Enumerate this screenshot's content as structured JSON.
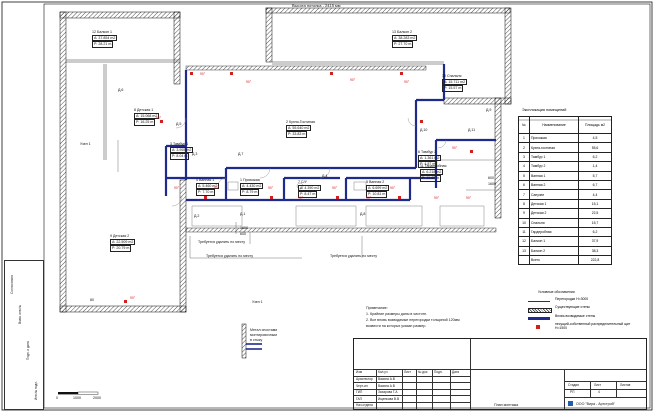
{
  "drawing": {
    "ceiling_height": "Высота потолка - 2415 мм",
    "rooms": [
      {
        "id": "r12",
        "number": "12 Балкон 1",
        "area": "A: 37.854 m2",
        "perimeter": "P: 28.21 m"
      },
      {
        "id": "r13",
        "number": "13 Балкон 2",
        "area": "A: 38.283 m2",
        "perimeter": "P: 27.70 m"
      },
      {
        "id": "r10",
        "number": "10 Спальня",
        "area": "A: 15.711 m2",
        "perimeter": "P: 15.57 m"
      },
      {
        "id": "r8",
        "number": "8 Детская 1",
        "area": "A: 15.068 m2",
        "perimeter": "P: 16.25 m"
      },
      {
        "id": "r2",
        "number": "2 Кухня-Гостиная",
        "area": "A: 55.640 m2",
        "perimeter": "P: 33.83 m"
      },
      {
        "id": "r3",
        "number": "3 Тамбур 1",
        "area": "A: 3.955 m2",
        "perimeter": "P: 8.04 m"
      },
      {
        "id": "r4",
        "number": "4 Ванная 1",
        "area": "A: 5.460 m2",
        "perimeter": "P: 7.70 m"
      },
      {
        "id": "r1",
        "number": "1 Прихожая",
        "area": "A: 4.430 m2",
        "perimeter": "P: 8.79 m"
      },
      {
        "id": "r7",
        "number": "7 С/У",
        "area": "A: 4.390 m2",
        "perimeter": "P: 8.47 m"
      },
      {
        "id": "r5",
        "number": "5 Ванная 2",
        "area": "A: 6.699 m2",
        "perimeter": "P: 10.81 m"
      },
      {
        "id": "r6",
        "number": "6 Тамбур 2",
        "area": "A: 1.361 m2",
        "perimeter": "P: 4.87 m"
      },
      {
        "id": "r11",
        "number": "11 Гардеробная",
        "area": "A: 6.218 m2",
        "perimeter": "P: 11.47 m"
      },
      {
        "id": "r9",
        "number": "9 Детская 2",
        "area": "A: 22.509 m2",
        "perimeter": "P: 20.79 m"
      }
    ],
    "labels": {
      "uzel1": "Узел 1",
      "d6": "Д.6",
      "d5": "Д.5",
      "d3": "Д.3",
      "d7": "Д.7",
      "d1": "Д.1",
      "d2": "Д.2",
      "d4": "Д.4",
      "d8": "Д.8",
      "d10": "Д.10",
      "d9": "Д.9",
      "d11": "Д.11",
      "remove_wall_1": "Требуется удалить по месту",
      "remove_wall_2": "Требуется удалить по месту",
      "remove_wall_3": "Требуется удалить по месту",
      "dim_1600": "1600",
      "dim_600": "600",
      "dim_1600b": "1600",
      "dim_600b": "600",
      "mark_80": "80"
    },
    "red_dims": [
      "90°",
      "90°",
      "90°",
      "90°",
      "90°",
      "90°",
      "90°",
      "90°",
      "90°",
      "90°",
      "90°",
      "90°",
      "90°",
      "90°",
      "90°",
      "90°"
    ]
  },
  "explication": {
    "caption": "Экспликация помещений",
    "headers": [
      "№",
      "Наименование",
      "Площадь м2"
    ],
    "rows": [
      [
        "1",
        "Прихожая",
        "4,5"
      ],
      [
        "2",
        "Кухня-гостиная",
        "55,6"
      ],
      [
        "3",
        "Тамбур 1",
        "6,2"
      ],
      [
        "4",
        "Тамбур 2",
        "1,4"
      ],
      [
        "5",
        "Ванная 1",
        "5,7"
      ],
      [
        "6",
        "Ванная 2",
        "6,7"
      ],
      [
        "7",
        "Санузел",
        "4,4"
      ],
      [
        "8",
        "Детская 1",
        "15,1"
      ],
      [
        "9",
        "Детская 2",
        "22,5"
      ],
      [
        "10",
        "Спальня",
        "15,7"
      ],
      [
        "11",
        "Гардеробная",
        "6,2"
      ],
      [
        "12",
        "Балкон 1",
        "37,9"
      ],
      [
        "13",
        "Балкон 2",
        "38,3"
      ],
      [
        "",
        "Всего",
        "222,8"
      ]
    ]
  },
  "legend": {
    "title": "Условные обозначения",
    "items": [
      {
        "label": "Перегородки H=3000",
        "color": "#1f2a8c",
        "style": "solid"
      },
      {
        "label": "Существующие стены",
        "color": "#222222",
        "style": "hatch"
      },
      {
        "label": "Вновь возводимые стены",
        "color": "#1f2a8c",
        "style": "thick"
      },
      {
        "label": "несущий-собственный распределительный щит H=1500",
        "color": "#d21f1f",
        "style": "mark"
      }
    ]
  },
  "notes": {
    "title": "Примечание:",
    "lines": [
      "1. Крайние размеры даны в чистоте.",
      "2. Все вновь возводимые перегородки толщиной 120мм",
      "   возвести на которых указан размер."
    ],
    "uzel_title": "Узел 1",
    "uzel_text_1": "Метал спостами",
    "uzel_text_2": "монтировочным",
    "uzel_text_3": "в стыку"
  },
  "title_block": {
    "rows": [
      [
        "Изм",
        "Кол.уч",
        "Лист",
        "№ док",
        "Подп.",
        "Дата"
      ],
      [
        "Архитектор",
        "Васина А.В",
        "",
        "",
        "",
        ""
      ],
      [
        "Черт-ил",
        "Васина А.В",
        "",
        "",
        "",
        ""
      ],
      [
        "ГИП",
        "Захарова Т.А",
        "",
        "",
        "",
        ""
      ],
      [
        "ГАП",
        "Ищенкова В.В",
        "",
        "",
        "",
        ""
      ],
      [
        "Нач.отдела",
        "",
        "",
        "",
        "",
        ""
      ]
    ],
    "stage_headers": [
      "Стадия",
      "Лист",
      "Листов"
    ],
    "stage_values": [
      "РП",
      "4",
      ""
    ],
    "sheet_name": "План монтажа",
    "company": "ООО \"Вира - Артстрой\""
  },
  "side_stamp": [
    "Согласовано",
    "Взам. инв.№",
    "Подп. и дата",
    "Инв.№ подл."
  ],
  "scale": {
    "a": "0",
    "b": "1000",
    "c": "2000"
  }
}
